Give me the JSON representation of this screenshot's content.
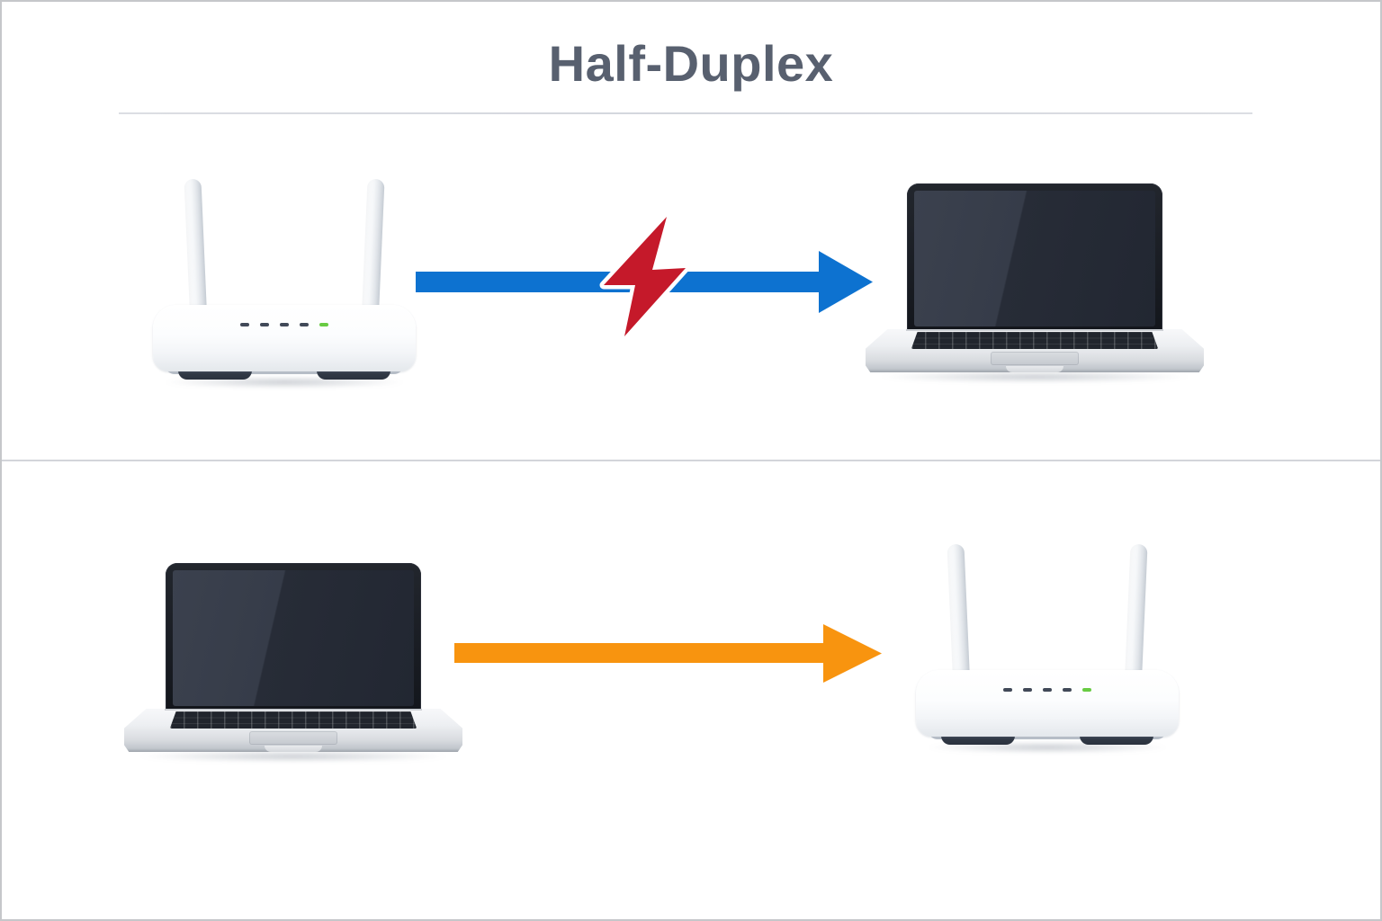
{
  "title": "Half-Duplex",
  "colors": {
    "title_text": "#58606f",
    "blue_arrow": "#0d72d0",
    "orange_arrow": "#f8940f",
    "collision_bolt": "#c5192a",
    "bolt_halo": "#ffffff",
    "led_off": "#414958",
    "led_on_green": "#68cb43"
  },
  "top_panel": {
    "sender_device": "wireless-router",
    "receiver_device": "laptop",
    "arrow_direction": "right",
    "arrow_color_name": "blue",
    "collision_indicator": true
  },
  "bottom_panel": {
    "sender_device": "laptop",
    "receiver_device": "wireless-router",
    "arrow_direction": "right",
    "arrow_color_name": "orange",
    "collision_indicator": false
  }
}
